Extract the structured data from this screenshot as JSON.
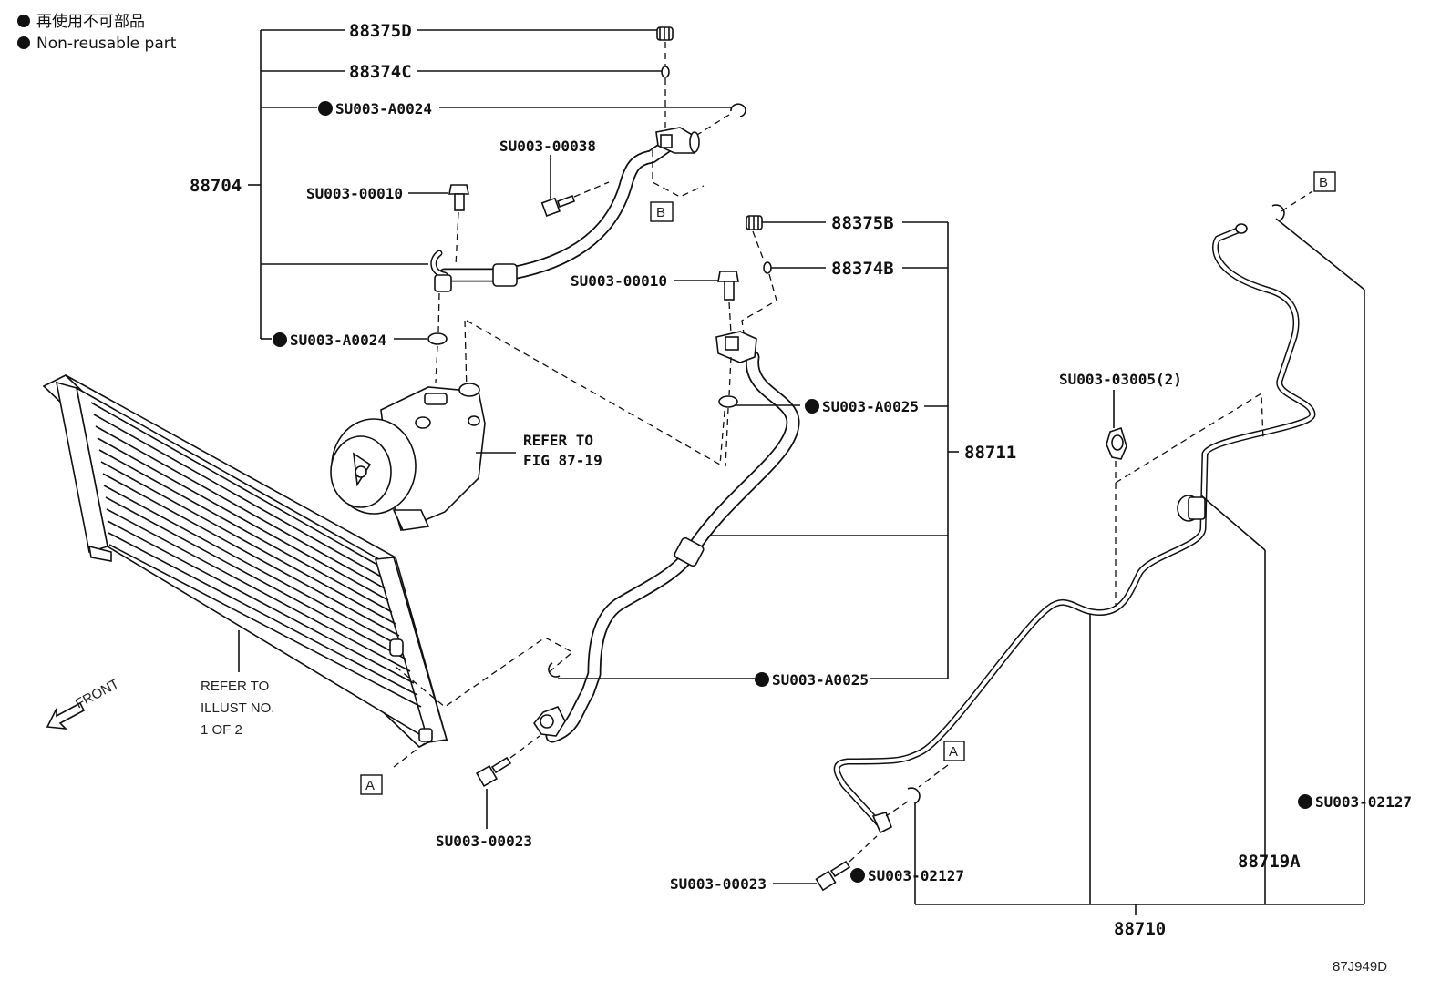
{
  "legend": {
    "line_ja": "再使用不可部品",
    "line_en": "Non-reusable part"
  },
  "callouts": {
    "p88375D": "88375D",
    "p88374C": "88374C",
    "su_a0024_top": "SU003-A0024",
    "p88704": "88704",
    "su_00038": "SU003-00038",
    "su_00010_left": "SU003-00010",
    "su_a0024_mid": "SU003-A0024",
    "p88375B": "88375B",
    "p88374B": "88374B",
    "su_00010_mid": "SU003-00010",
    "su_a0025_upper": "SU003-A0025",
    "p88711": "88711",
    "su_a0025_lower": "SU003-A0025",
    "su_00023_left": "SU003-00023",
    "su_03005": "SU003-03005(2)",
    "su_02127_right": "SU003-02127",
    "p88719A": "88719A",
    "su_02127_bottom": "SU003-02127",
    "su_00023_bottom": "SU003-00023",
    "p88710": "88710"
  },
  "notes": {
    "refer_fig_line1": "REFER TO",
    "refer_fig_line2": "FIG 87-19",
    "refer_illust_line1": "REFER TO",
    "refer_illust_line2": "ILLUST NO.",
    "refer_illust_line3": "1 OF 2",
    "front": "FRONT"
  },
  "markers": {
    "a": "A",
    "b": "B"
  },
  "drawing_code": "87J949D"
}
